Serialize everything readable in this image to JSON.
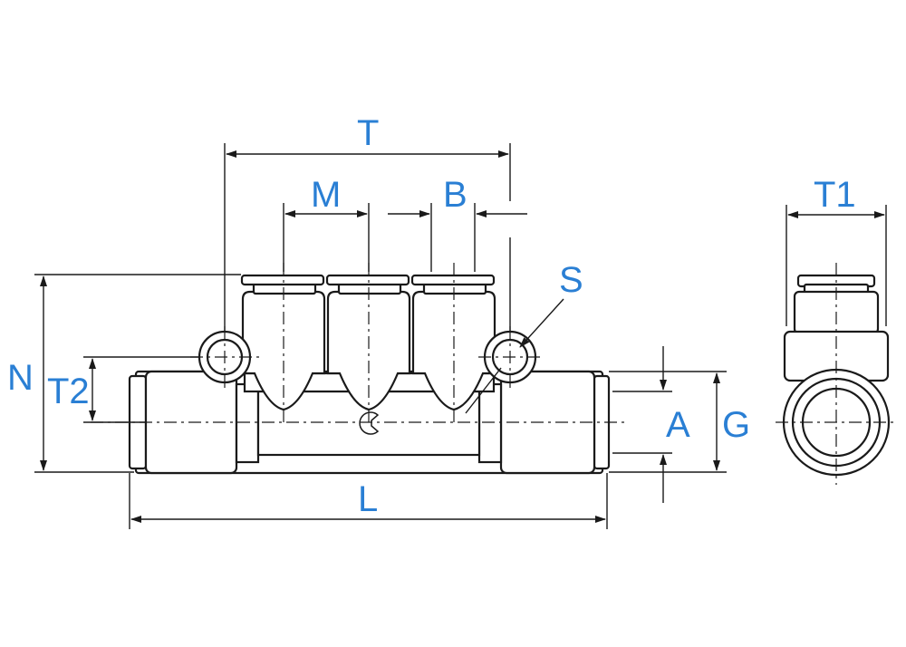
{
  "labels": {
    "T": "T",
    "M": "M",
    "B": "B",
    "S": "S",
    "N": "N",
    "T2": "T2",
    "A": "A",
    "G": "G",
    "L": "L",
    "T1": "T1"
  }
}
